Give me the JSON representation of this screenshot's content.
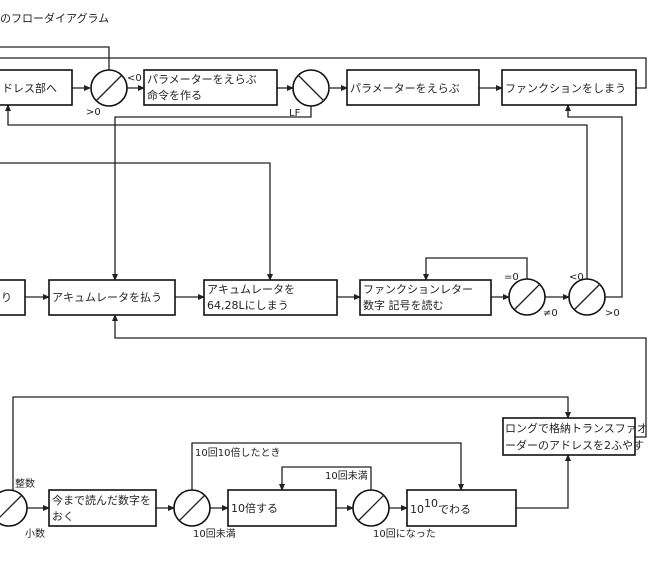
{
  "title": "のフローダイアグラム",
  "boxes": {
    "address": "ドレス部へ",
    "param_cmd_1": "パラメーターをえらぶ",
    "param_cmd_2": "命令を作る",
    "param": "パラメーターをえらぶ",
    "func_store": "ファンクションをしまう",
    "left_cut": "り",
    "clear_acc": "アキュムレータを払う",
    "store_acc_1": "アキュムレータを",
    "store_acc_2": "64,28Lにしまう",
    "read_1": "ファンクションレター",
    "read_2": "数字  記号を読む",
    "keep_1": "今まで読んだ数字を",
    "keep_2": "おく",
    "times10": "10倍する",
    "divide_base": "10",
    "divide_exp": "10",
    "divide_rest": "でわる",
    "long_1": "ロングで格納トランスファオ",
    "long_2": "ーダーのアドレスを2ふやす"
  },
  "labels": {
    "lt0_a": "<0",
    "gt0_a": ">0",
    "lf": "LF",
    "eq0": "=0",
    "ne0": "≠0",
    "lt0_b": "<0",
    "gt0_b": ">0",
    "integer": "整数",
    "decimal": "小数",
    "ten_times_done": "10回10倍したとき",
    "under10_top": "10回未満",
    "under10_bottom": "10回未満",
    "reached10": "10回になった"
  }
}
